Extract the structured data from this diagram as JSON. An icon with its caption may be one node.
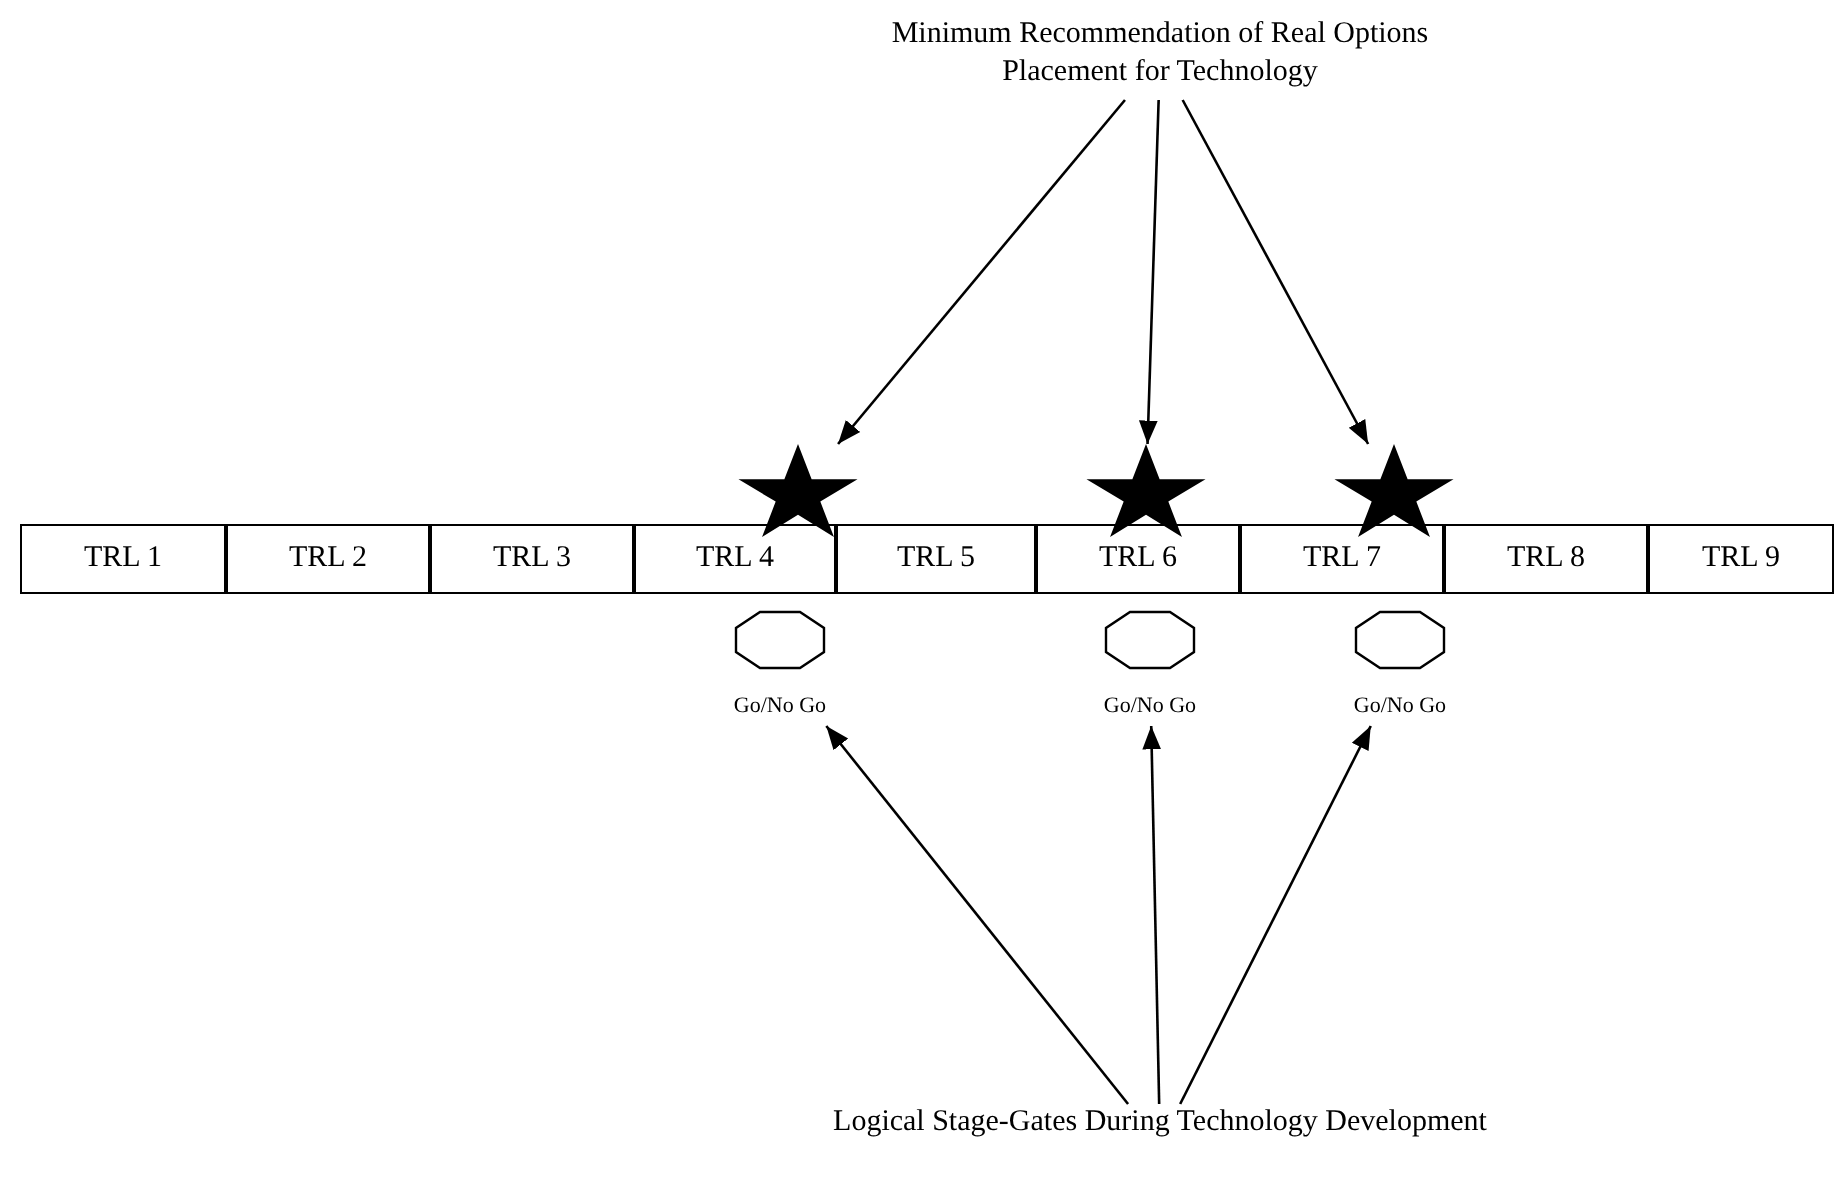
{
  "diagram": {
    "nodes": [
      {
        "text": [
          "Minimum Recommendation of Real Options Placement for Technology"
        ]
      },
      {
        "text": [],
        "shape": "star"
      },
      {
        "text": [],
        "shape": "star"
      },
      {
        "text": [],
        "shape": "star"
      },
      {
        "text": [
          "TRL 1"
        ]
      },
      {
        "text": [
          "TRL 2"
        ]
      },
      {
        "text": [
          "TRL 3"
        ]
      },
      {
        "text": [
          "TRL 4"
        ]
      },
      {
        "text": [
          "TRL 5"
        ]
      },
      {
        "text": [
          "TRL 6"
        ]
      },
      {
        "text": [
          "TRL 7"
        ]
      },
      {
        "text": [
          "TRL 8"
        ]
      },
      {
        "text": [
          "TRL 9"
        ]
      },
      {
        "text": [],
        "shape": "octagon",
        "beside": [
          "Go/No Go"
        ]
      },
      {
        "text": [],
        "shape": "octagon",
        "beside": [
          "Go/No Go"
        ]
      },
      {
        "text": [],
        "shape": "octagon",
        "beside": [
          "Go/No Go"
        ]
      },
      {
        "text": [
          "Logical Stage-Gates During Technology Development"
        ]
      }
    ],
    "edges": [
      {
        "from": 0,
        "to": 1,
        "arrow": "to"
      },
      {
        "from": 0,
        "to": 2,
        "arrow": "to"
      },
      {
        "from": 0,
        "to": 3,
        "arrow": "to"
      },
      {
        "from": 16,
        "to": 13,
        "arrow": "to"
      },
      {
        "from": 16,
        "to": 14,
        "arrow": "to"
      },
      {
        "from": 16,
        "to": 15,
        "arrow": "to"
      }
    ]
  }
}
